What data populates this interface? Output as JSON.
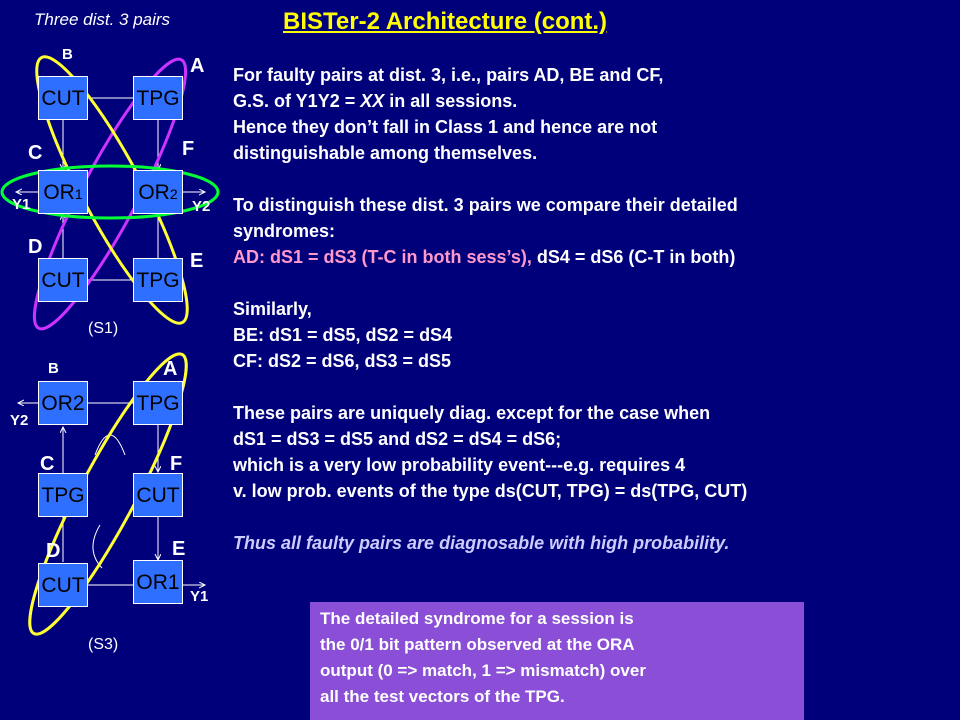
{
  "header": {
    "title": "BISTer-2 Architecture (cont.)",
    "subtitle": "Three dist. 3 pairs"
  },
  "diagram_s1": {
    "caption": "(S1)",
    "nodes": {
      "a": "A",
      "b": "B",
      "c": "C",
      "d": "D",
      "e": "E",
      "f": "F"
    },
    "boxes": {
      "top_left": "CUT",
      "top_right": "TPG",
      "mid_left": "OR",
      "mid_left_sub": "1",
      "mid_right": "OR",
      "mid_right_sub": "2",
      "bottom_left": "CUT",
      "bottom_right": "TPG"
    },
    "outputs": {
      "y1": "Y1",
      "y2": "Y2"
    }
  },
  "diagram_s3": {
    "caption": "(S3)",
    "nodes": {
      "a": "A",
      "b": "B",
      "c": "C",
      "d": "D",
      "e": "E",
      "f": "F"
    },
    "boxes": {
      "top_left": "OR2",
      "top_right": "TPG",
      "mid_left": "TPG",
      "mid_right": "CUT",
      "bottom_left": "CUT",
      "bottom_right": "OR1"
    },
    "outputs": {
      "y1": "Y1",
      "y2": "Y2"
    }
  },
  "content": {
    "line1": "For faulty pairs at dist. 3, i.e., pairs AD, BE and CF,",
    "line2_pre": "G.S. of Y1Y2 = ",
    "line2_em": "XX",
    "line2_post": " in all sessions.",
    "line3": "Hence they don’t fall in Class 1 and hence are not",
    "line4": "distinguishable among themselves.",
    "line5": "To distinguish these dist. 3 pairs we compare their detailed",
    "line6": "syndromes:",
    "line7_pink": "AD: dS1 = dS3 (T-C in both sess’s),",
    "line7_rest": " dS4 = dS6 (C-T in both)",
    "line8": "Similarly,",
    "line9": "BE: dS1 = dS5, dS2 = dS4",
    "line10": "CF: dS2 = dS6, dS3 = dS5",
    "line11": "These pairs are uniquely diag. except for the case when",
    "line12": "dS1 = dS3 = dS5 and dS2 = dS4 = dS6;",
    "line13": "which is a very low probability event---e.g. requires 4",
    "line14": "v. low prob. events of the type ds(CUT, TPG) = ds(TPG, CUT)",
    "line15": "Thus all faulty pairs are diagnosable with high probability."
  },
  "note": {
    "line1": "The detailed syndrome for a session is",
    "line2": "the 0/1 bit pattern observed at the ORA",
    "line3": "output (0 => match, 1 => mismatch) over",
    "line4": "all the test vectors of the TPG."
  },
  "colors": {
    "background": "#00007a",
    "title": "#ffff00",
    "box_fill": "#2f6fff",
    "ellipse_yellow": "#ffff33",
    "ellipse_magenta": "#cc33ff",
    "ellipse_green": "#00ff33",
    "highlight_pink": "#ff99cc",
    "note_fill": "#8a4fd6"
  }
}
